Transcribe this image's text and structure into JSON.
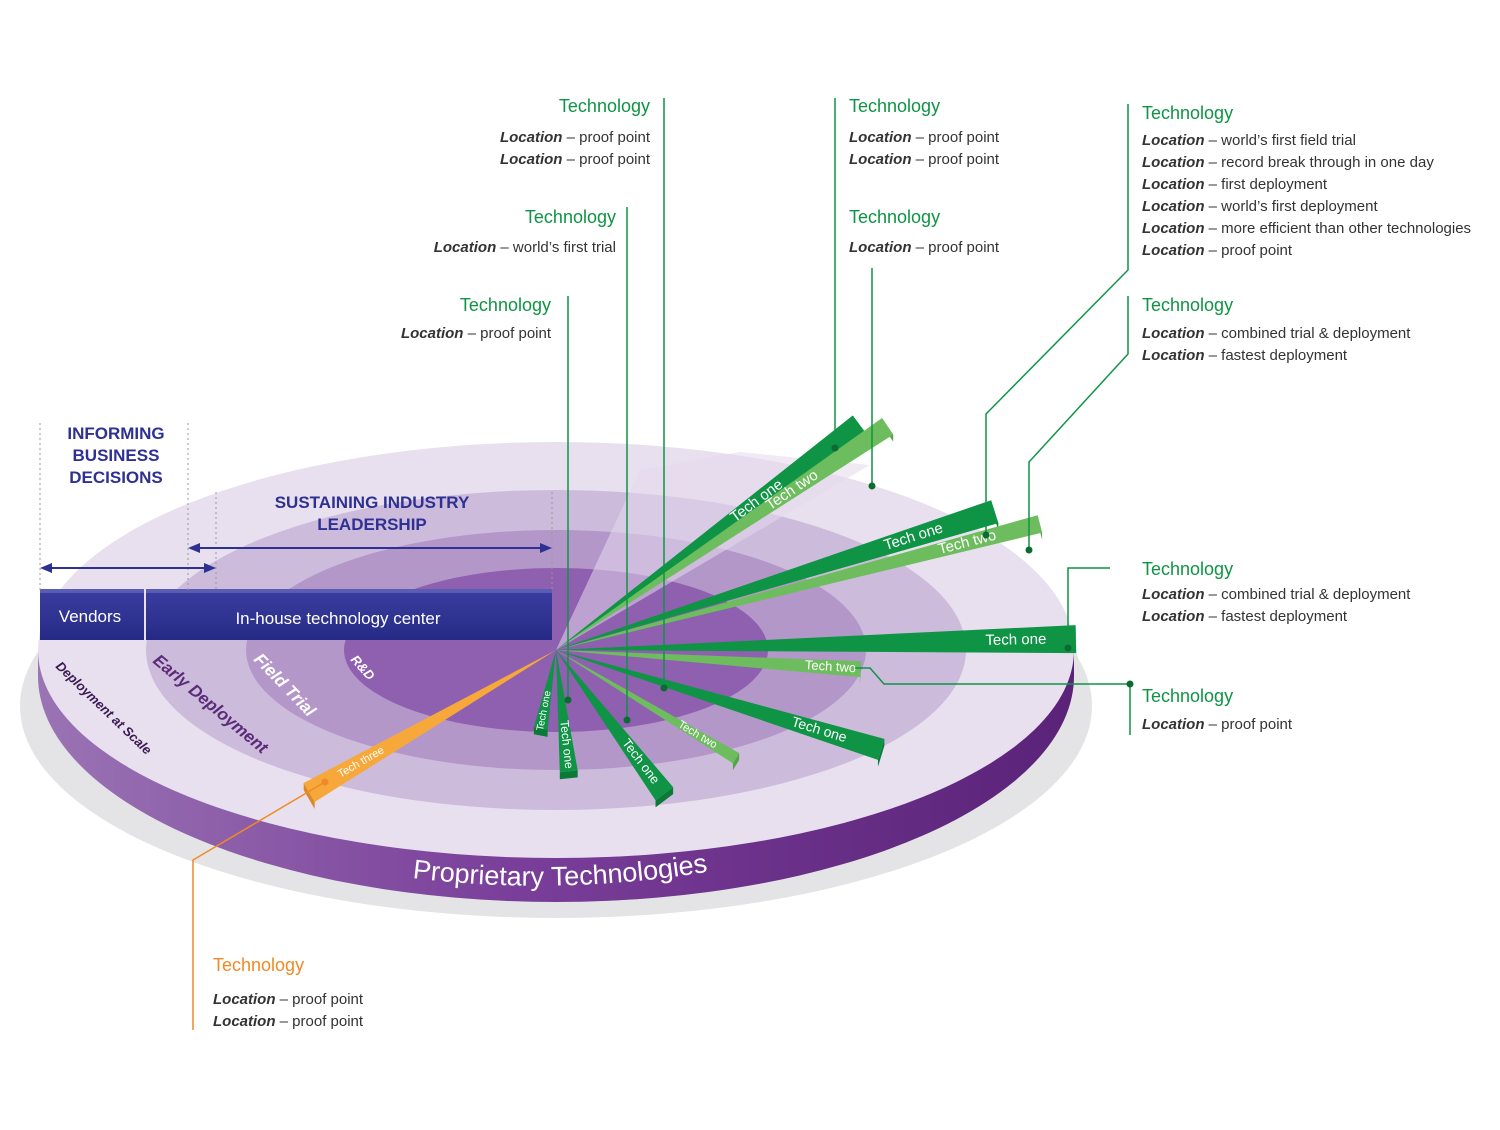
{
  "colors": {
    "green": "#0e9444",
    "light_green": "#6dbd5e",
    "orange": "#f7a83a",
    "orange_line": "#f08a24",
    "navy": "#2e3192",
    "navy_text": "#2e3192",
    "purple": "#6b2c86",
    "text": "#333333"
  },
  "header": {
    "informing": [
      "INFORMING",
      "BUSINESS",
      "DECISIONS"
    ],
    "sustaining": [
      "SUSTAINING INDUSTRY",
      "LEADERSHIP"
    ]
  },
  "bars": {
    "vendors": "Vendors",
    "inhouse": "In-house technology center"
  },
  "rings": {
    "rd": "R&D",
    "field_trial": "Field Trial",
    "early_deployment": "Early Deployment",
    "deployment_at_scale": "Deployment at Scale"
  },
  "base_label": "Proprietary Technologies",
  "wedges": [
    {
      "label": "Tech one"
    },
    {
      "label": "Tech two"
    },
    {
      "label": "Tech one"
    },
    {
      "label": "Tech two"
    },
    {
      "label": "Tech one"
    },
    {
      "label": "Tech two"
    },
    {
      "label": "Tech one"
    },
    {
      "label": "Tech two"
    },
    {
      "label": "Tech one"
    },
    {
      "label": "Tech one"
    },
    {
      "label": "Tech one"
    },
    {
      "label": "Tech three"
    }
  ],
  "callouts": [
    {
      "title": "Technology",
      "lines": [
        {
          "loc": "Location",
          "text": " – proof point"
        },
        {
          "loc": "Location",
          "text": " – proof point"
        }
      ]
    },
    {
      "title": "Technology",
      "lines": [
        {
          "loc": "Location",
          "text": " – world’s first trial"
        }
      ]
    },
    {
      "title": "Technology",
      "lines": [
        {
          "loc": "Location",
          "text": " – proof point"
        }
      ]
    },
    {
      "title": "Technology",
      "lines": [
        {
          "loc": "Location",
          "text": " – proof point"
        },
        {
          "loc": "Location",
          "text": " – proof point"
        }
      ]
    },
    {
      "title": "Technology",
      "lines": [
        {
          "loc": "Location",
          "text": " – proof point"
        }
      ]
    },
    {
      "title": "Technology",
      "lines": [
        {
          "loc": "Location",
          "text": " – world’s first field trial"
        },
        {
          "loc": "Location",
          "text": " – record break through in one day"
        },
        {
          "loc": "Location",
          "text": " – first deployment"
        },
        {
          "loc": "Location",
          "text": " – world’s first deployment"
        },
        {
          "loc": "Location",
          "text": " – more efficient than other technologies"
        },
        {
          "loc": "Location",
          "text": " – proof point"
        }
      ]
    },
    {
      "title": "Technology",
      "lines": [
        {
          "loc": "Location",
          "text": " – combined trial & deployment"
        },
        {
          "loc": "Location",
          "text": " – fastest deployment"
        }
      ]
    },
    {
      "title": "Technology",
      "lines": [
        {
          "loc": "Location",
          "text": " –  combined trial & deployment"
        },
        {
          "loc": "Location",
          "text": " – fastest deployment"
        }
      ]
    },
    {
      "title": "Technology",
      "lines": [
        {
          "loc": "Location",
          "text": " – proof point"
        }
      ]
    },
    {
      "title": "Technology",
      "lines": [
        {
          "loc": "Location",
          "text": " – proof point"
        },
        {
          "loc": "Location",
          "text": " – proof point"
        }
      ]
    }
  ]
}
